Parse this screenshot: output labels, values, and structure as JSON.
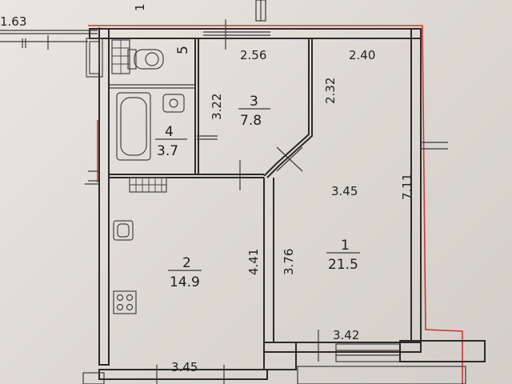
{
  "plan": {
    "top_left_dim": "1.63",
    "top_cut_label": "1",
    "rooms": [
      {
        "number": "1",
        "area": "21.5"
      },
      {
        "number": "2",
        "area": "14.9"
      },
      {
        "number": "3",
        "area": "7.8"
      },
      {
        "number": "4",
        "area": "3.7"
      },
      {
        "number": "5",
        "area": ""
      }
    ],
    "dimensions": {
      "d_256": "2.56",
      "d_240": "2.40",
      "d_322": "3.22",
      "d_232": "2.32",
      "d_345_mid": "3.45",
      "d_711": "7.11",
      "d_441": "4.41",
      "d_376": "3.76",
      "d_342": "3.42",
      "d_345_bottom": "3.45"
    }
  },
  "colors": {
    "wall": "#2a2a2a",
    "accent_line": "#c8363a",
    "paper": "#e6e3dd"
  }
}
